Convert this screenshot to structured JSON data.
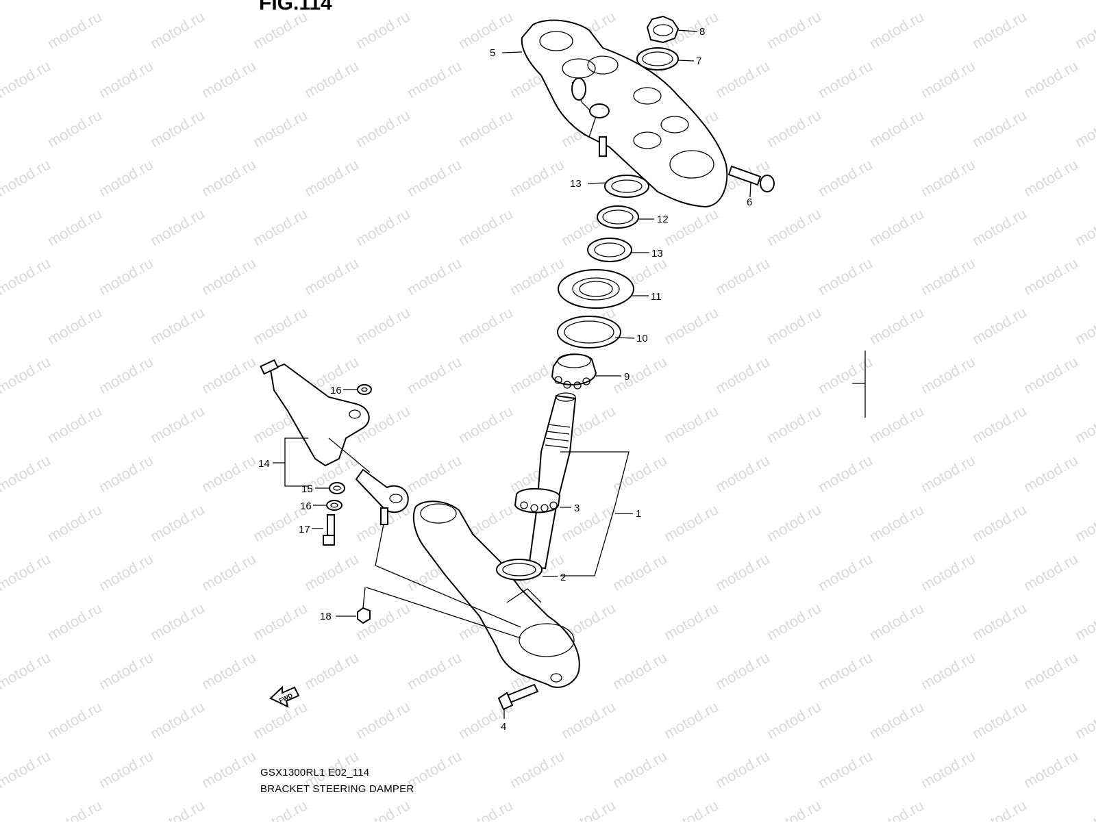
{
  "figure_title": "FIG.114",
  "model_code": "GSX1300RL1 E02_114",
  "diagram_title": "BRACKET STEERING DAMPER",
  "watermark_text": "motod.ru",
  "fwd_label": "FWD",
  "callouts": [
    {
      "id": "c8",
      "label": "8"
    },
    {
      "id": "c5",
      "label": "5"
    },
    {
      "id": "c7",
      "label": "7"
    },
    {
      "id": "c13a",
      "label": "13"
    },
    {
      "id": "c6",
      "label": "6"
    },
    {
      "id": "c12",
      "label": "12"
    },
    {
      "id": "c13b",
      "label": "13"
    },
    {
      "id": "c11",
      "label": "11"
    },
    {
      "id": "c10",
      "label": "10"
    },
    {
      "id": "c9",
      "label": "9"
    },
    {
      "id": "c16a",
      "label": "16"
    },
    {
      "id": "c14",
      "label": "14"
    },
    {
      "id": "c15",
      "label": "15"
    },
    {
      "id": "c16b",
      "label": "16"
    },
    {
      "id": "c17",
      "label": "17"
    },
    {
      "id": "c3",
      "label": "3"
    },
    {
      "id": "c1",
      "label": "1"
    },
    {
      "id": "c2",
      "label": "2"
    },
    {
      "id": "c18",
      "label": "18"
    },
    {
      "id": "c4",
      "label": "4"
    }
  ],
  "colors": {
    "line": "#000000",
    "watermark": "#d9d9d9",
    "background": "#ffffff"
  }
}
